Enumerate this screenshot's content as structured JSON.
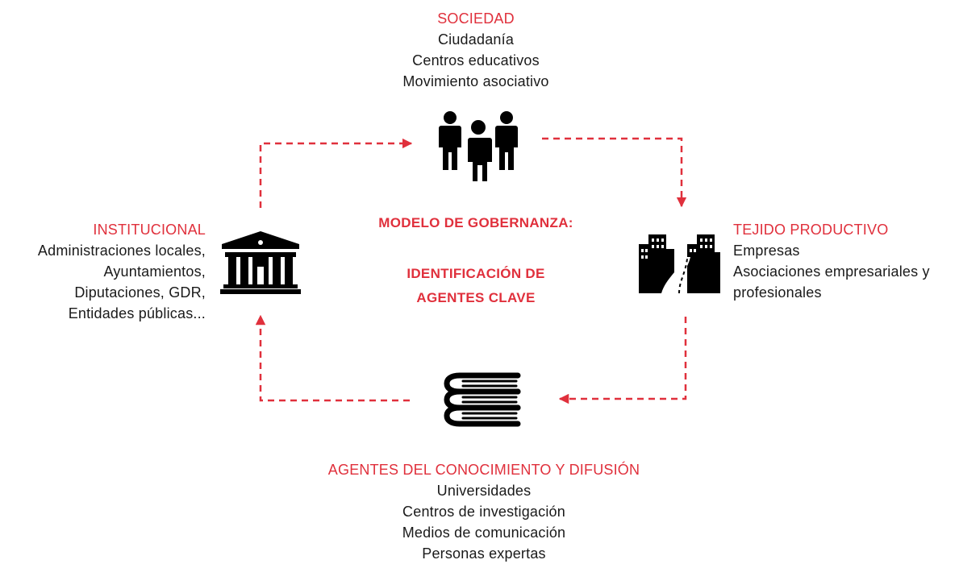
{
  "colors": {
    "accent": "#e0303c",
    "text": "#1a1a1a",
    "icon": "#000000"
  },
  "center": {
    "title_line1": "MODELO DE GOBERNANZA:",
    "title_line2": "IDENTIFICACIÓN DE",
    "title_line3": "AGENTES CLAVE"
  },
  "nodes": {
    "sociedad": {
      "icon": "people-icon",
      "heading": "SOCIEDAD",
      "items": [
        "Ciudadanía",
        "Centros educativos",
        "Movimiento asociativo"
      ]
    },
    "tejido": {
      "icon": "city-road-icon",
      "heading": "TEJIDO PRODUCTIVO",
      "items": [
        "Empresas",
        "Asociaciones empresariales y",
        "profesionales"
      ]
    },
    "conocimiento": {
      "icon": "books-icon",
      "heading": "AGENTES DEL CONOCIMIENTO Y DIFUSIÓN",
      "items": [
        "Universidades",
        "Centros de investigación",
        "Medios de comunicación",
        "Personas expertas"
      ]
    },
    "institucional": {
      "icon": "institution-building-icon",
      "heading": "INSTITUCIONAL",
      "items": [
        "Administraciones locales,",
        "Ayuntamientos,",
        "Diputaciones, GDR,",
        "Entidades públicas..."
      ]
    }
  }
}
